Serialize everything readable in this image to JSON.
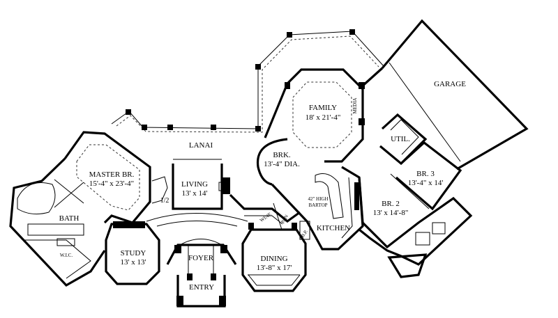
{
  "rooms": {
    "garage": {
      "name": "GARAGE"
    },
    "family": {
      "name": "FAMILY",
      "size": "18' x 21'-4\""
    },
    "media": {
      "name": "MEDIA"
    },
    "lanai": {
      "name": "LANAI"
    },
    "util": {
      "name": "UTIL."
    },
    "brk": {
      "name": "BRK.",
      "size": "13'-4\" DIA."
    },
    "master": {
      "name": "MASTER BR.",
      "size": "15'-4\" x 23'-4\""
    },
    "living": {
      "name": "LIVING",
      "size": "13' x 14'"
    },
    "half_bath": {
      "name": "1/2"
    },
    "br3": {
      "name": "BR. 3",
      "size": "13'-4\" x 14'"
    },
    "br2": {
      "name": "BR. 2",
      "size": "13' x 14'-8\""
    },
    "bath": {
      "name": "BATH"
    },
    "wic": {
      "name": "W.I.C."
    },
    "bartop": {
      "line1": "42\" HIGH",
      "line2": "BARTOP"
    },
    "wine": {
      "name": "WINE"
    },
    "pan": {
      "name": "PAN"
    },
    "bp": {
      "name": "B.P."
    },
    "kitchen": {
      "name": "KITCHEN"
    },
    "study": {
      "name": "STUDY",
      "size": "13' x 13'"
    },
    "foyer": {
      "name": "FOYER"
    },
    "dining": {
      "name": "DINING",
      "size": "13'-8\" x 17'"
    },
    "entry": {
      "name": "ENTRY"
    }
  }
}
